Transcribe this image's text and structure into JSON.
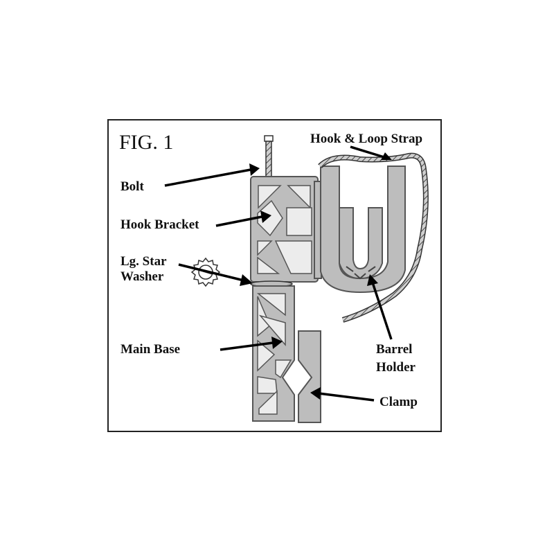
{
  "figure_title": "FIG. 1",
  "labels": {
    "hook_loop_strap": "Hook & Loop Strap",
    "bolt": "Bolt",
    "hook_bracket": "Hook Bracket",
    "star_washer_line1": "Lg. Star",
    "star_washer_line2": "Washer",
    "main_base": "Main Base",
    "barrel_holder_line1": "Barrel",
    "barrel_holder_line2": "Holder",
    "clamp": "Clamp"
  },
  "colors": {
    "part_fill": "#bdbdbd",
    "part_stroke": "#555555",
    "line": "#000000"
  }
}
